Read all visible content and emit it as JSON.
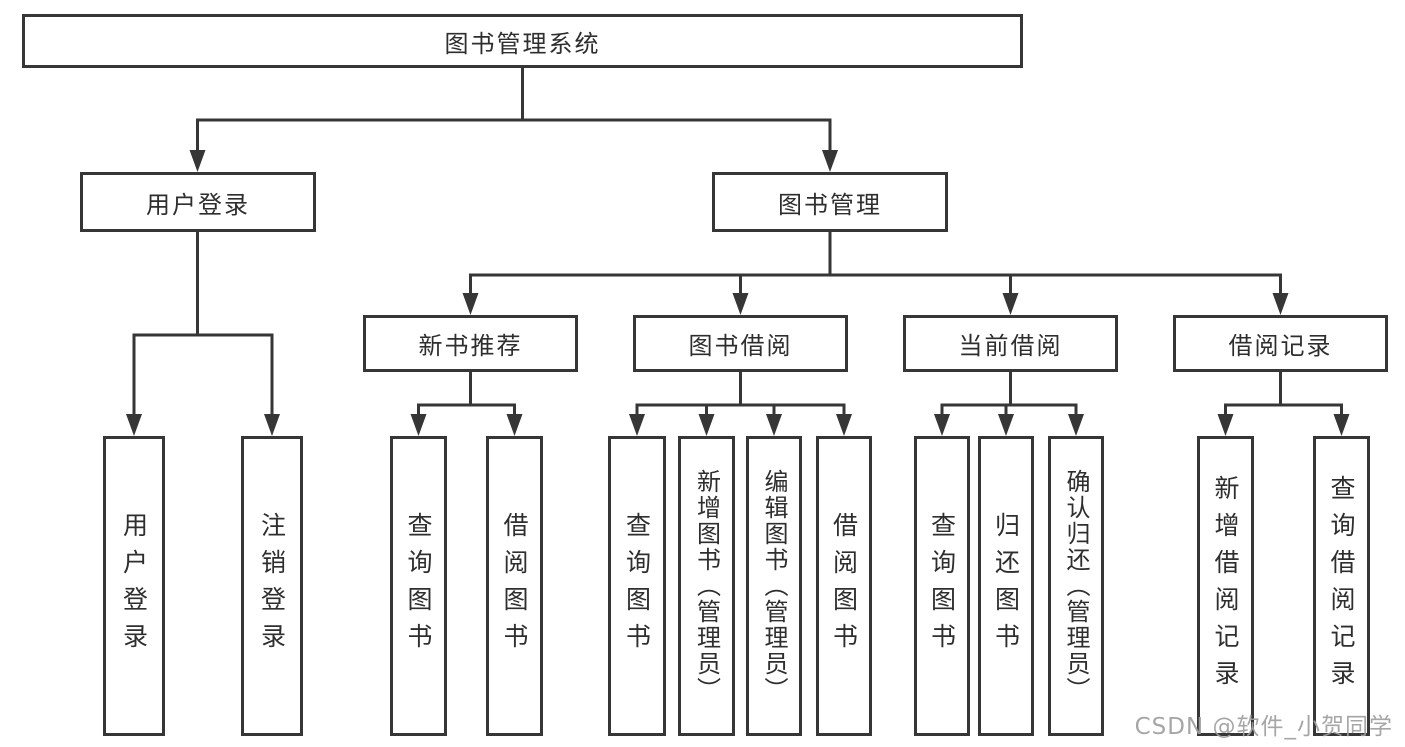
{
  "diagram": {
    "root_label": "图书管理系统",
    "branches": {
      "user": {
        "label": "用户登录",
        "leaves": [
          "用户登录",
          "注销登录"
        ]
      },
      "book": {
        "label": "图书管理",
        "sections": [
          {
            "label": "新书推荐",
            "leaves": [
              "查询图书",
              "借阅图书"
            ]
          },
          {
            "label": "图书借阅",
            "leaves": [
              "查询图书",
              "新增图书（管理员）",
              "编辑图书（管理员）",
              "借阅图书"
            ]
          },
          {
            "label": "当前借阅",
            "leaves": [
              "查询图书",
              "归还图书",
              "确认归还（管理员）"
            ]
          },
          {
            "label": "借阅记录",
            "leaves": [
              "新增借阅记录",
              "查询借阅记录"
            ]
          }
        ]
      }
    }
  },
  "watermark": {
    "text": "CSDN @软件_小贺同学"
  },
  "colors": {
    "line": "#363636",
    "text": "#2e2e2e",
    "watermark": "#9e9e9e",
    "background": "#ffffff"
  }
}
